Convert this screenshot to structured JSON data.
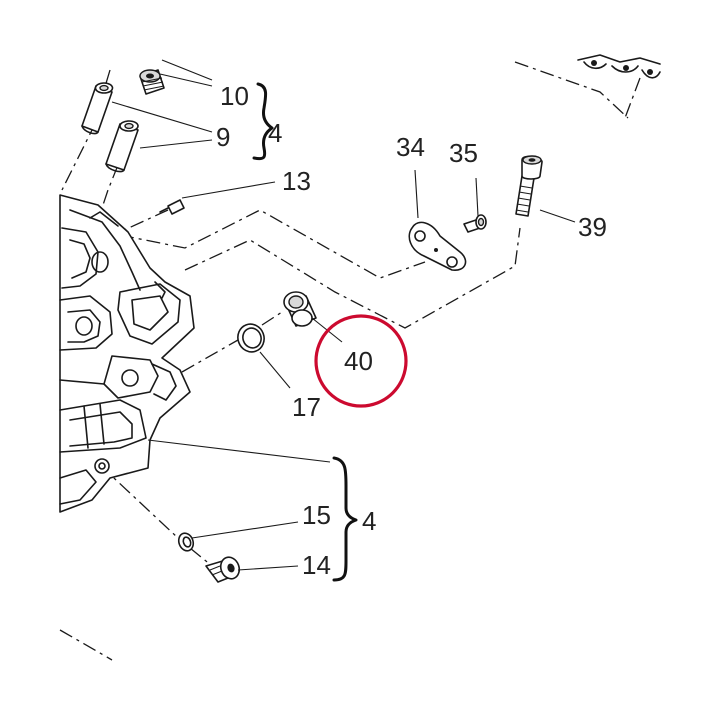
{
  "callouts": {
    "c10": "10",
    "c9": "9",
    "c4_top": "4",
    "c13": "13",
    "c34": "34",
    "c35": "35",
    "c39": "39",
    "c40": "40",
    "c17": "17",
    "c15": "15",
    "c14": "14",
    "c4_bottom": "4"
  },
  "colors": {
    "line": "#1a1a1a",
    "highlight": "#cc0a2f",
    "background": "#ffffff"
  }
}
